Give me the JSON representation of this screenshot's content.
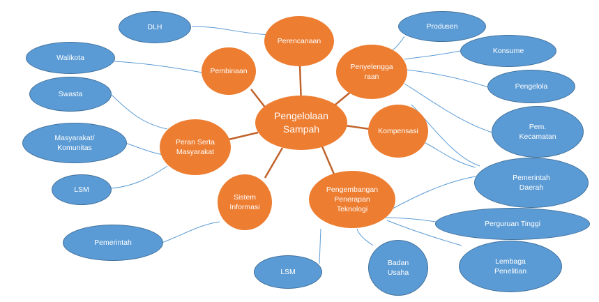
{
  "colors": {
    "central": "#ed7d31",
    "category": "#ed7d31",
    "stakeholder": "#5b9bd5",
    "stakeholder_border": "#41719c",
    "spoke": "#c0622b",
    "link": "#5b9bd5",
    "text": "#ffffff"
  },
  "central": {
    "label": "Pengelolaan\nSampah"
  },
  "categories": {
    "perencanaan": "Perencanaan",
    "penyelenggaraan": "Penyelengga\nraan",
    "kompensasi": "Kompensasi",
    "pengembangan": "Pengembangan\nPenerapan\nTeknologi",
    "sistem_informasi": "Sistem\nInformasi",
    "peran_serta": "Peran Serta\nMasyarakat",
    "pembinaan": "Pembinaan"
  },
  "stakeholders": {
    "dlh": "DLH",
    "walikota": "Walikota",
    "swasta": "Swasta",
    "masyarakat": "Masyarakat/\nKomunitas",
    "lsm_left": "LSM",
    "pemerintah_left": "Pemerintah",
    "lsm_bottom": "LSM",
    "badan_usaha": "Badan\nUsaha",
    "lembaga_penelitian": "Lembaga\nPenelitian",
    "perguruan_tinggi": "Perguruan Tinggi",
    "pemerintah_daerah": "Pemerintah\nDaerah",
    "pem_kecamatan": "Pem.\nKecamatan",
    "pengelola": "Pengelola",
    "konsumen": "Konsume",
    "produsen": "Produsen"
  }
}
